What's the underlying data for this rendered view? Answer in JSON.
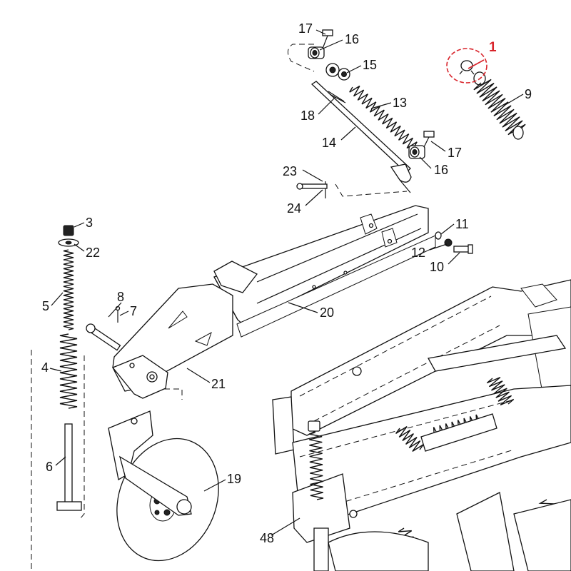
{
  "diagram": {
    "highlight_color": "#d8232a",
    "highlight_label": "1",
    "labels": {
      "p3": "3",
      "p4": "4",
      "p5": "5",
      "p6": "6",
      "p7": "7",
      "p8": "8",
      "p9": "9",
      "p10": "10",
      "p11": "11",
      "p12": "12",
      "p13": "13",
      "p14": "14",
      "p15": "15",
      "p16a": "16",
      "p16b": "16",
      "p17a": "17",
      "p17b": "17",
      "p18": "18",
      "p19": "19",
      "p20": "20",
      "p21": "21",
      "p22": "22",
      "p23": "23",
      "p24": "24",
      "p48": "48"
    }
  }
}
